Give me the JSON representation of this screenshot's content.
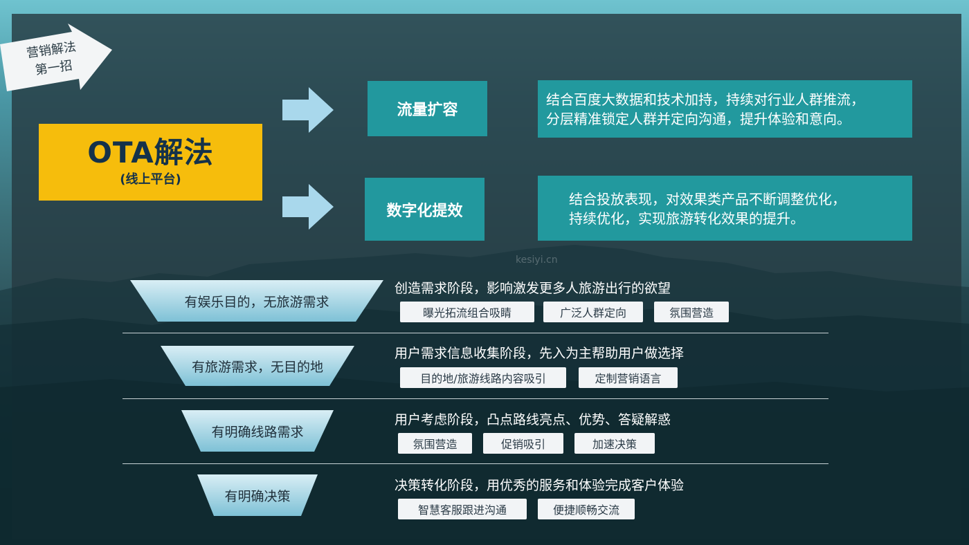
{
  "badge": {
    "line1": "营销解法",
    "line2": "第一招"
  },
  "ota": {
    "title": "OTA解法",
    "subtitle": "(线上平台)"
  },
  "strategies": [
    {
      "label": "流量扩容",
      "desc_line1": "结合百度大数据和技术加持，持续对行业人群推流，",
      "desc_line2": "分层精准锁定人群并定向沟通，提升体验和意向。"
    },
    {
      "label": "数字化提效",
      "desc_line1": "结合投放表现，对效果类产品不断调整优化，",
      "desc_line2": "持续优化，实现旅游转化效果的提升。"
    }
  ],
  "stages": [
    {
      "funnel": "有娱乐目的，无旅游需求",
      "desc": "创造需求阶段，影响激发更多人旅游出行的欲望",
      "tags": [
        "曝光拓流组合吸睛",
        "广泛人群定向",
        "氛围营造"
      ]
    },
    {
      "funnel": "有旅游需求，无目的地",
      "desc": "用户需求信息收集阶段，先入为主帮助用户做选择",
      "tags": [
        "目的地/旅游线路内容吸引",
        "定制营销语言"
      ]
    },
    {
      "funnel": "有明确线路需求",
      "desc": "用户考虑阶段，凸点路线亮点、优势、答疑解惑",
      "tags": [
        "氛围营造",
        "促销吸引",
        "加速决策"
      ]
    },
    {
      "funnel": "有明确决策",
      "desc": "决策转化阶段，用优秀的服务和体验完成客户体验",
      "tags": [
        "智慧客服跟进沟通",
        "便捷顺畅交流"
      ]
    }
  ],
  "watermark": "kesiyi.cn",
  "colors": {
    "accent_yellow": "#f6bd0c",
    "teal": "#22999e",
    "arrow_blue": "#a9d8ec"
  }
}
